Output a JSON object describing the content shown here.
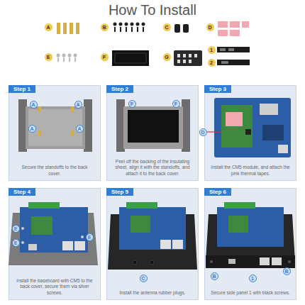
{
  "diagram": {
    "title": "How To Install",
    "nodes": [
      {
        "text": [
          "Step 1",
          "Secure the standoffs to the back cover."
        ]
      },
      {
        "text": [
          "Step 2",
          "Peel off the backing of the insulating sheet, align it with the standoffs, and attach it to the back cover."
        ]
      },
      {
        "text": [
          "Step 3",
          "Install the CM5 module, and attach the pink thermal tapes."
        ]
      },
      {
        "text": [
          "Step 4",
          "Install the baseboard with CM5 to the back cover, secure them via silver screws."
        ]
      },
      {
        "text": [
          "Step 5",
          "Install the antenna rubber plugs."
        ]
      },
      {
        "text": [
          "Step 6",
          "Secure side panel 1 with black screws."
        ]
      }
    ],
    "labels": [
      "A",
      "B",
      "C",
      "D",
      "E",
      "F",
      "G",
      "1",
      "2",
      "A",
      "A",
      "A",
      "A",
      "F",
      "F",
      "D",
      "E",
      "E",
      "E",
      "C",
      "B",
      "1",
      "B"
    ]
  }
}
